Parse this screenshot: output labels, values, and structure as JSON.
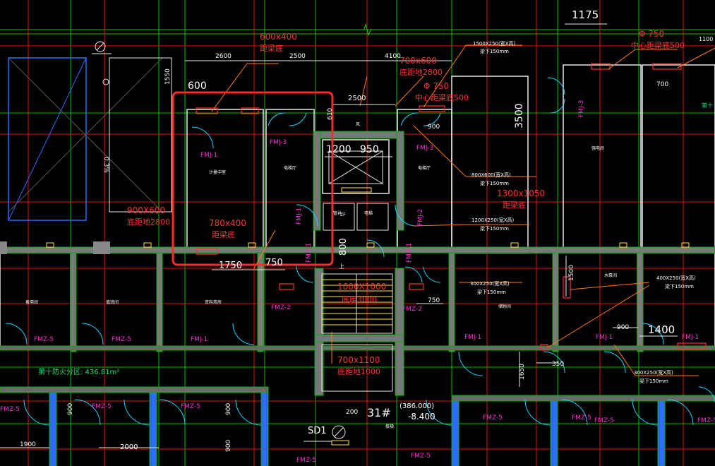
{
  "colors": {
    "background": "#000000",
    "grid_red": "#ff1a1a",
    "grid_green": "#00d000",
    "wall_white": "#e8e8e8",
    "wall_fill": "#8a8a8a",
    "dim_white": "#ffffff",
    "label_magenta": "#ff2bd6",
    "note_red": "#ff3030",
    "note_orange": "#ff8a1a",
    "cyan": "#19d2ff",
    "blue": "#2f6bff",
    "yellow": "#ffe23a",
    "selection": "#ff2a2a"
  },
  "dimensions": {
    "d1175": "1175",
    "d2600": "2600",
    "d2500a": "2500",
    "d4100": "4100",
    "d1550": "1550",
    "d600": "600",
    "d2500b": "2500",
    "d1200": "1200",
    "d950": "950",
    "d610": "610",
    "d900a": "900",
    "d3500": "3500",
    "d700": "700",
    "d1750": "1750",
    "d750a": "750",
    "d800": "800",
    "d750b": "750",
    "d1500": "1500",
    "d900b": "900",
    "d1400": "1400",
    "d1650": "1650",
    "d350": "350",
    "d900c": "900",
    "d900d": "900",
    "d900e": "900",
    "d200": "200",
    "d1900": "1900",
    "d2000": "2000",
    "d1100": "1100",
    "d03": "0.3%"
  },
  "annotations": {
    "n600x400": "600x400",
    "n600x400_sub": "距梁底",
    "n700x600": "700x600",
    "n700x600_sub": "底距地2800",
    "nphi750a": "Φ 750",
    "nphi750a_sub": "中心距梁底500",
    "nphi750b": "Φ 750",
    "nphi750b_sub": "中心距梁底500",
    "n1500x250": "1500X250(宽X高)",
    "n1500x250_sub": "梁下150mm",
    "n900x600": "900X600",
    "n900x600_sub": "底距地2800",
    "n780x400": "780x400",
    "n780x400_sub": "距梁底",
    "n800x600": "800X600(宽X高)",
    "n800x600_sub": "梁下150mm",
    "n1300x1050": "1300x1050",
    "n1300x1050_sub": "距梁底",
    "n1200x250": "1200X250(宽X高)",
    "n1200x250_sub": "梁下150mm",
    "n300x250a": "300X250(宽X高)",
    "n300x250a_sub": "梁下150mm",
    "n400x250": "400X250(宽X高)",
    "n400x250_sub": "梁下150mm",
    "n300x250b": "300X250(宽X高)",
    "n300x250b_sub": "梁下150mm",
    "n1000x1000": "1000X1000",
    "n1000x1000_sub": "底距3000",
    "n700x1100": "700x1100",
    "n700x1100_sub": "底距地1000"
  },
  "labels": {
    "fmj1a": "FMJ-1",
    "fmj3a": "FMJ-3",
    "fmj3b": "FMJ-3",
    "fmj1b": "FMJ-1",
    "fmj2": "FMJ-2",
    "fmj1c": "FMJ-1",
    "fmj1d": "FMJ-1",
    "fmj1e": "FMJ-1",
    "fmj1f": "FMJ-1",
    "fmz1a": "FMZ-1",
    "fmz1b": "FMZ-1",
    "fmz2a": "FMZ-2",
    "fmz2b": "FMZ-2",
    "fmz5a": "FMZ-5",
    "fmz5b": "FMZ-5",
    "fmz5c": "FMZ-5",
    "fmz5d": "FMZ-5",
    "fmz5e": "FMZ-5",
    "fmz5f": "FMZ-5",
    "fmz5g": "FMZ-5",
    "fmz5h": "FMZ-5",
    "fmz5i": "FMZ-5",
    "fmz5j": "FMZ-5",
    "fmz5k": "FMZ-5",
    "fmj3c": "FMJ-3"
  },
  "rooms": {
    "control": "计量中室",
    "elec1": "电梯厅",
    "elec2": "电梯厅",
    "shaft": "风",
    "tube": "管井",
    "elevator": "电梯",
    "strong": "强电间",
    "office1": "值班间",
    "office2": "资料用房",
    "office3": "备用间",
    "pump": "水泵间",
    "storage": "储物间",
    "stair_note": "楼梯"
  },
  "misc": {
    "fire_zone": "第十防火分区: 436.81m²",
    "axis31": "31#",
    "elev_mark": "(386.000)",
    "elev_mark2": "-8.400",
    "sd1": "SD1",
    "green_right": "第十",
    "stair_up": "上",
    "zf": "ZF"
  }
}
